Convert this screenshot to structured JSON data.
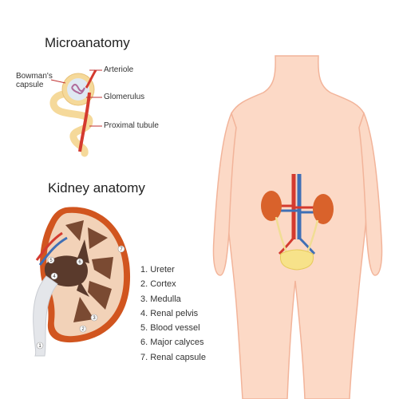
{
  "microanatomy": {
    "title": "Microanatomy",
    "labels": {
      "bowmans_capsule_line1": "Bowman's",
      "bowmans_capsule_line2": "capsule",
      "arteriole": "Arteriole",
      "glomerulus": "Glomerulus",
      "proximal_tubule": "Proximal tubule"
    }
  },
  "kidney_anatomy": {
    "title": "Kidney anatomy",
    "legend": [
      "1. Ureter",
      "2. Cortex",
      "3. Medulla",
      "4. Renal pelvis",
      "5. Blood vessel",
      "6. Major calyces",
      "7. Renal capsule"
    ],
    "markers": [
      "1",
      "2",
      "3",
      "4",
      "5",
      "6",
      "7"
    ]
  },
  "stock_id": "365316834",
  "colors": {
    "skin": "#fcd9c6",
    "skin_outline": "#f2b49a",
    "kidney": "#d9622b",
    "artery": "#d43a2f",
    "vein": "#3f6fb5",
    "bladder": "#f7e28a",
    "tubule": "#f5d99a",
    "medulla": "#7a4a32",
    "cortex": "#f2d2b8",
    "capsule": "#d1551f"
  }
}
